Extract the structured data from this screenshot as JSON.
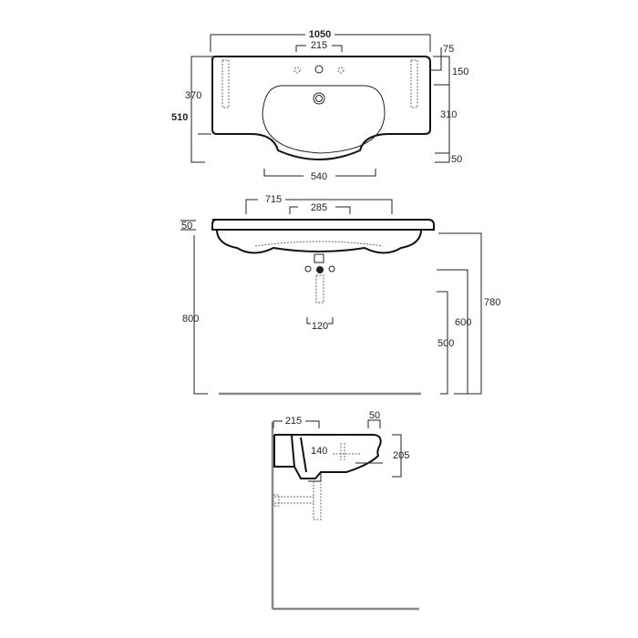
{
  "top_view": {
    "width_total": "1050",
    "tap_holes_spacing": "215",
    "rear_offset": "75",
    "depth_side": "370",
    "depth_total": "510",
    "hole_depth": "150",
    "bowl_depth": "310",
    "front_lip": "50",
    "bowl_width": "540"
  },
  "front_view": {
    "bracket_width": "715",
    "inner_width": "285",
    "thickness": "50",
    "height_total": "800",
    "height_780": "780",
    "height_600": "600",
    "height_500": "500",
    "waste_width": "120"
  },
  "side_view": {
    "wall_offset": "215",
    "front_lip": "50",
    "bowl_inner": "140",
    "height": "205"
  }
}
